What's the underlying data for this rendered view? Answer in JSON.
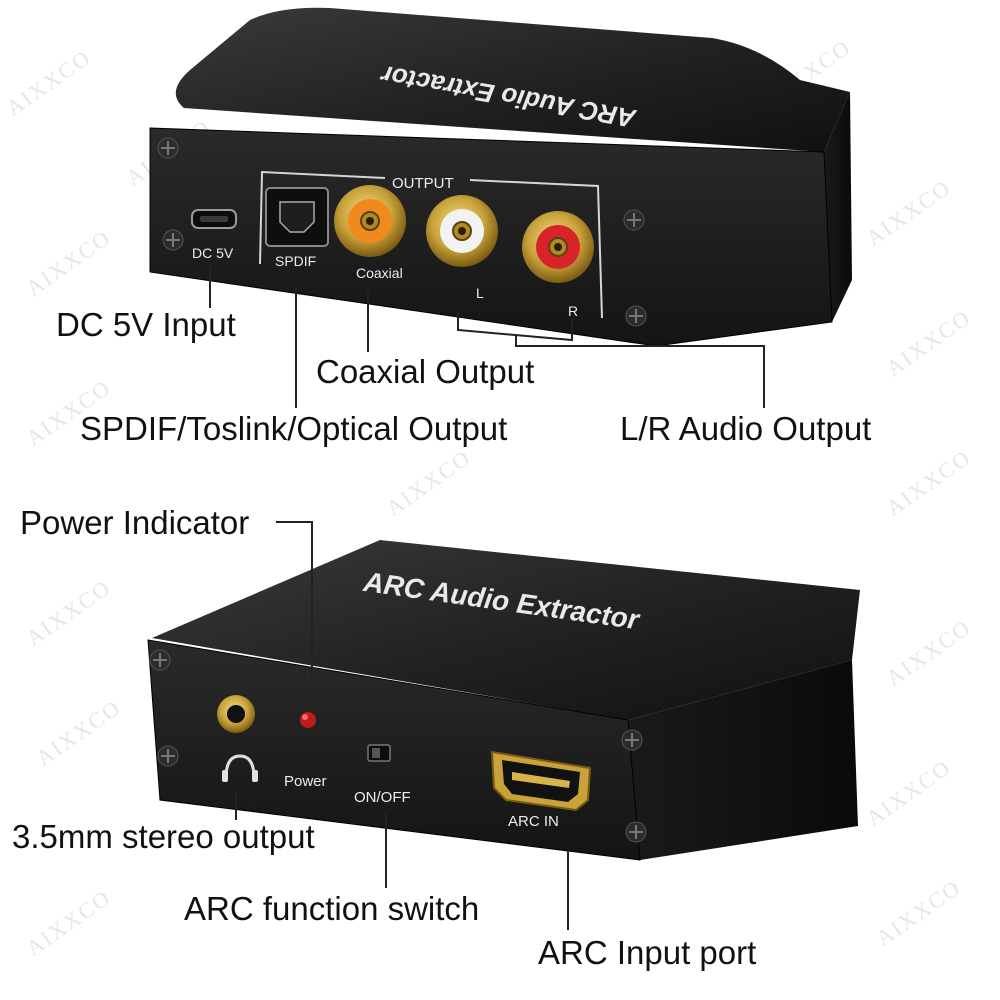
{
  "watermark": "AIXXCO",
  "top_device": {
    "top_text": "ARC Audio Extractor",
    "group_label": "OUTPUT",
    "port_labels": {
      "dc": "DC 5V",
      "spdif": "SPDIF",
      "coaxial": "Coaxial",
      "left": "L",
      "right": "R"
    }
  },
  "bottom_device": {
    "top_text": "ARC Audio Extractor",
    "port_labels": {
      "power": "Power",
      "switch": "ON/OFF",
      "hdmi": "ARC IN"
    }
  },
  "callouts": {
    "dc_input": "DC 5V Input",
    "coaxial_output": "Coaxial Output",
    "optical_output": "SPDIF/Toslink/Optical Output",
    "lr_output": "L/R Audio Output",
    "power_indicator": "Power Indicator",
    "stereo_output": "3.5mm stereo output",
    "arc_switch": "ARC function switch",
    "arc_input": "ARC Input port"
  },
  "colors": {
    "device_body": "#1c1c1c",
    "gold": "#c9a23a",
    "coax_insulator": "#f08a1c",
    "left_insulator": "#f2f2f2",
    "right_insulator": "#d8232a",
    "power_led": "#c21a1a"
  }
}
